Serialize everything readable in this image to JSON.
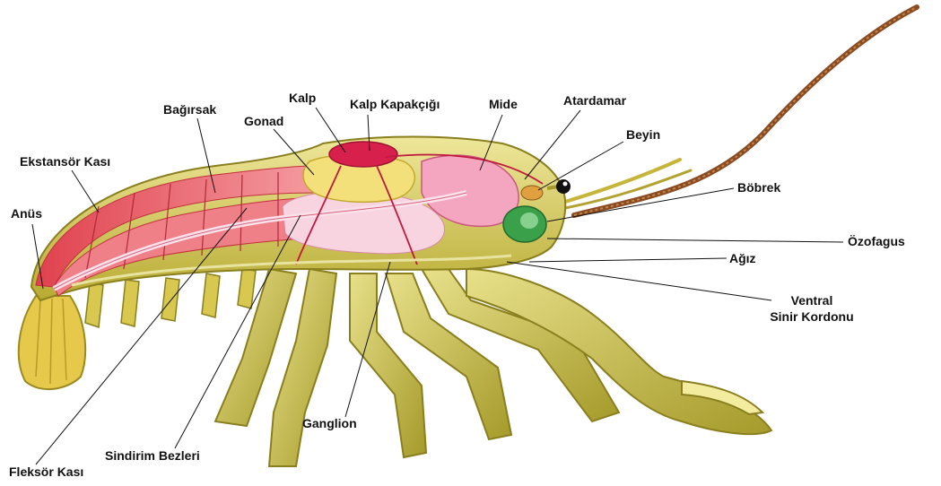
{
  "labels": {
    "anus": "Anüs",
    "extensor": "Ekstansör Kası",
    "intestine": "Bağırsak",
    "gonad": "Gonad",
    "heart": "Kalp",
    "heart_valve": "Kalp Kapakçığı",
    "stomach": "Mide",
    "artery": "Atardamar",
    "brain": "Beyin",
    "kidney": "Böbrek",
    "esophagus": "Özofagus",
    "mouth": "Ağız",
    "ventral_cord_line1": "Ventral",
    "ventral_cord_line2": "Sinir Kordonu",
    "ganglion": "Ganglion",
    "digestive_glands": "Sindirim Bezleri",
    "flexor": "Fleksör Kası"
  },
  "colors": {
    "body_shell": "#d9cf55",
    "muscle": "#ec6f78",
    "gut_pink": "#f4b2c8",
    "organ_red": "#d8204c",
    "gonad_yellow": "#f3e07a",
    "kidney_green": "#3aa14a",
    "antenna_brown": "#8a4a22"
  }
}
